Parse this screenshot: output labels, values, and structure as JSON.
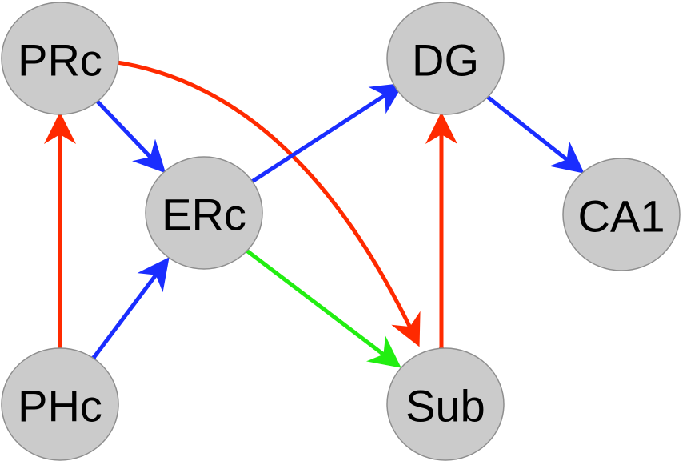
{
  "nodes": [
    {
      "id": "PRc",
      "label": "PRc"
    },
    {
      "id": "DG",
      "label": "DG"
    },
    {
      "id": "ERc",
      "label": "ERc"
    },
    {
      "id": "CA1",
      "label": "CA1"
    },
    {
      "id": "PHc",
      "label": "PHc"
    },
    {
      "id": "Sub",
      "label": "Sub"
    }
  ],
  "edges": [
    {
      "from": "PRc",
      "to": "ERc",
      "color": "#1a2dff"
    },
    {
      "from": "PRc",
      "to": "Sub",
      "color": "#ff2a00"
    },
    {
      "from": "ERc",
      "to": "DG",
      "color": "#1a2dff"
    },
    {
      "from": "DG",
      "to": "CA1",
      "color": "#1a2dff"
    },
    {
      "from": "PHc",
      "to": "PRc",
      "color": "#ff2a00"
    },
    {
      "from": "PHc",
      "to": "ERc",
      "color": "#1a2dff"
    },
    {
      "from": "ERc",
      "to": "Sub",
      "color": "#22ee11"
    },
    {
      "from": "Sub",
      "to": "DG",
      "color": "#ff2a00"
    }
  ]
}
